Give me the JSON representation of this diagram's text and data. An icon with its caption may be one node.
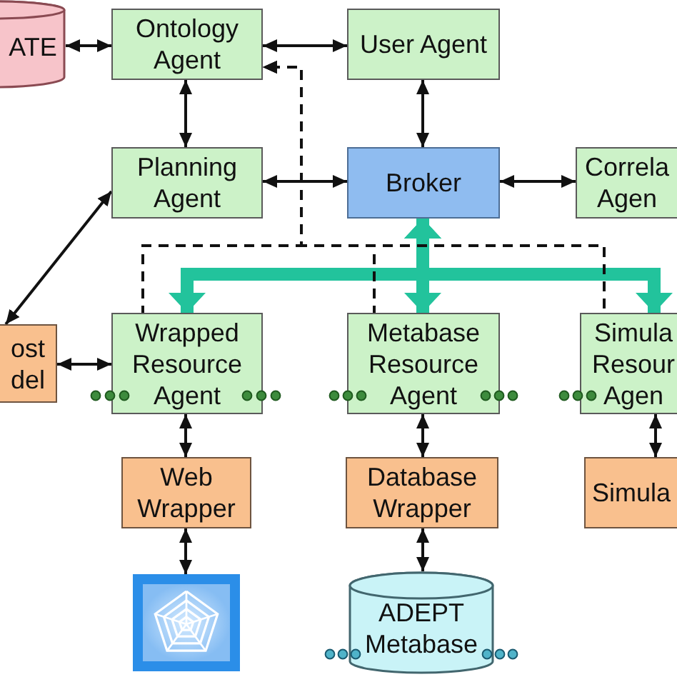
{
  "diagram": {
    "nodes": [
      {
        "text": [
          "ATE"
        ]
      },
      {
        "text": [
          "Ontology Agent"
        ]
      },
      {
        "text": [
          "User Agent"
        ]
      },
      {
        "text": [
          "Planning Agent"
        ]
      },
      {
        "text": [
          "Broker"
        ]
      },
      {
        "text": [
          "Correla Agen"
        ]
      },
      {
        "text": [
          "ost del"
        ]
      },
      {
        "text": [
          "Wrapped Resource Agent"
        ]
      },
      {
        "text": [
          "Metabase Resource Agent"
        ]
      },
      {
        "text": [
          "Simula Resour Agen"
        ]
      },
      {
        "text": [
          "Web Wrapper"
        ]
      },
      {
        "text": [
          "Database Wrapper"
        ]
      },
      {
        "text": [
          "Simula"
        ]
      },
      {
        "text": [],
        "shape": "picture"
      },
      {
        "text": [
          "ADEPT Metabase"
        ]
      }
    ],
    "edges": [
      {
        "from": 0,
        "to": 1,
        "arrow": "both"
      },
      {
        "from": 1,
        "to": 2,
        "arrow": "both"
      },
      {
        "from": 1,
        "to": 3,
        "arrow": "both"
      },
      {
        "from": 2,
        "to": 4,
        "arrow": "both"
      },
      {
        "from": 3,
        "to": 4,
        "arrow": "both"
      },
      {
        "from": 4,
        "to": 5,
        "arrow": "both"
      },
      {
        "from": 3,
        "to": 6,
        "arrow": "both"
      },
      {
        "from": 6,
        "to": 7,
        "arrow": "both"
      },
      {
        "from": 4,
        "to": 7,
        "arrow": "both",
        "style": "thick",
        "color": "#22c39c"
      },
      {
        "from": 4,
        "to": 8,
        "arrow": "both",
        "style": "thick",
        "color": "#22c39c"
      },
      {
        "from": 4,
        "to": 9,
        "arrow": "both",
        "style": "thick",
        "color": "#22c39c"
      },
      {
        "from": 7,
        "to": 1,
        "arrow": "to",
        "style": "dashed"
      },
      {
        "from": 8,
        "to": 1,
        "arrow": "to",
        "style": "dashed"
      },
      {
        "from": 9,
        "to": 1,
        "arrow": "to",
        "style": "dashed"
      },
      {
        "from": 7,
        "to": 10,
        "arrow": "both"
      },
      {
        "from": 8,
        "to": 11,
        "arrow": "both"
      },
      {
        "from": 9,
        "to": 12,
        "arrow": "both"
      },
      {
        "from": 10,
        "to": 13,
        "arrow": "both"
      },
      {
        "from": 11,
        "to": 14,
        "arrow": "both"
      }
    ]
  }
}
